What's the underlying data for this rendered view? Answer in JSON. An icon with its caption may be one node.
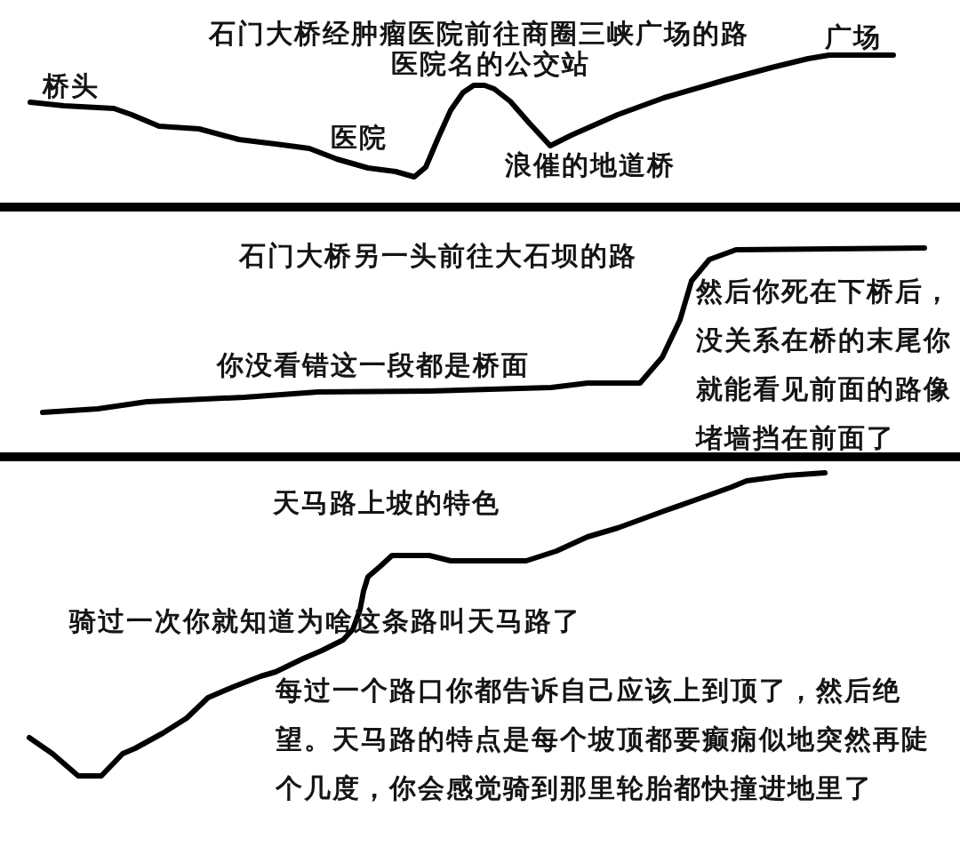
{
  "diagram": {
    "labels": [
      "石门大桥经肿瘤医院前往商圈三峡广场的路",
      "广场",
      "医院名的公交站",
      "桥头",
      "医院",
      "浪催的地道桥",
      "石门大桥另一头前往大石坝的路",
      "然后你死在下桥后，没关系在桥的末尾你就能看见前面的路像堵墙挡在前面了",
      "你没看错这一段都是桥面",
      "天马路上坡的特色",
      "骑过一次你就知道为啥这条路叫天马路了",
      "每过一个路口你都告诉自己应该上到顶了，然后绝望。天马路的特点是每个坡顶都要癫痫似地突然再陡个几度，你会感觉骑到那里轮胎都快撞进地里了"
    ]
  }
}
